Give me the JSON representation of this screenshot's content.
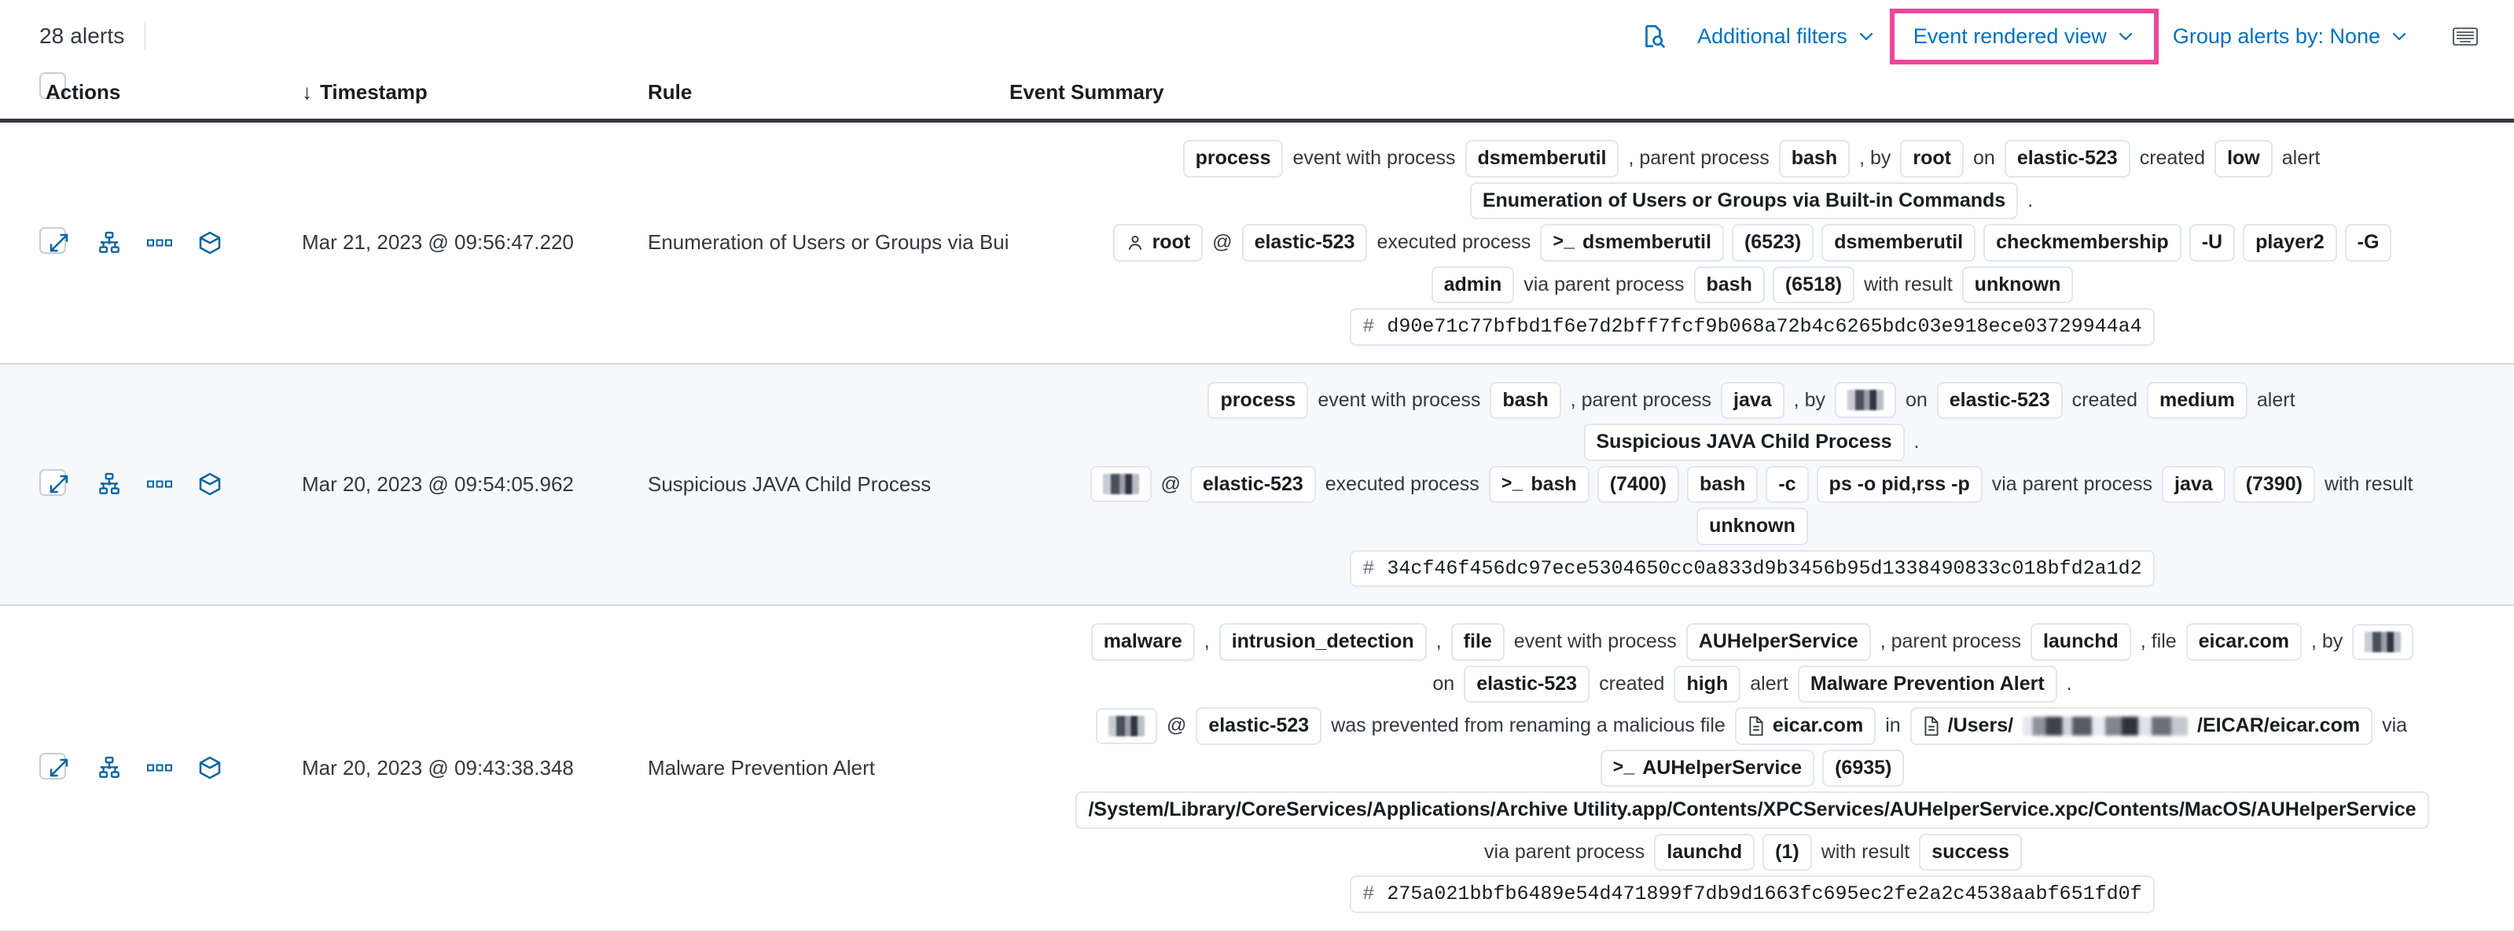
{
  "toolbar": {
    "alerts_count": "28 alerts",
    "inspect_icon": "inspect-search-icon",
    "additional_filters": "Additional filters",
    "event_rendered_view": "Event rendered view",
    "group_alerts_by": "Group alerts by: None",
    "keyboard_icon": "keyboard-shortcuts-icon",
    "highlight_color": "#ec4899",
    "link_color": "#0071c2"
  },
  "table": {
    "columns": {
      "select_all": "",
      "actions": "Actions",
      "timestamp": "Timestamp",
      "timestamp_sort": "↓",
      "rule": "Rule",
      "event_summary": "Event Summary"
    },
    "row_actions": [
      "expand-icon",
      "analyze-event-icon",
      "more-actions-icon",
      "session-view-icon"
    ],
    "rows": [
      {
        "timestamp": "Mar 21, 2023 @ 09:56:47.220",
        "rule": "Enumeration of Users or Groups via Bui",
        "summary_lines": [
          {
            "align": "center",
            "tokens": [
              {
                "t": "pill",
                "v": "process"
              },
              {
                "t": "text",
                "v": "event with process"
              },
              {
                "t": "pill",
                "v": "dsmemberutil"
              },
              {
                "t": "text",
                "v": ", parent process"
              },
              {
                "t": "pill",
                "v": "bash"
              },
              {
                "t": "text",
                "v": ", by"
              },
              {
                "t": "pill",
                "v": "root"
              },
              {
                "t": "text",
                "v": "on"
              },
              {
                "t": "pill",
                "v": "elastic-523"
              },
              {
                "t": "text",
                "v": "created"
              },
              {
                "t": "pill",
                "v": "low"
              },
              {
                "t": "text",
                "v": "alert"
              }
            ]
          },
          {
            "align": "center",
            "tokens": [
              {
                "t": "pill",
                "v": "Enumeration of Users or Groups via Built-in Commands"
              },
              {
                "t": "text",
                "v": "."
              }
            ]
          },
          {
            "align": "center",
            "tokens": [
              {
                "t": "pill-user",
                "v": "root"
              },
              {
                "t": "text",
                "v": "@"
              },
              {
                "t": "pill",
                "v": "elastic-523"
              },
              {
                "t": "text",
                "v": "executed process"
              },
              {
                "t": "pill-proc",
                "v": "dsmemberutil"
              },
              {
                "t": "pill",
                "v": "(6523)"
              },
              {
                "t": "pill",
                "v": "dsmemberutil"
              },
              {
                "t": "pill",
                "v": "checkmembership"
              },
              {
                "t": "pill",
                "v": "-U"
              },
              {
                "t": "pill",
                "v": "player2"
              },
              {
                "t": "pill",
                "v": "-G"
              }
            ]
          },
          {
            "align": "center",
            "tokens": [
              {
                "t": "pill",
                "v": "admin"
              },
              {
                "t": "text",
                "v": "via parent process"
              },
              {
                "t": "pill",
                "v": "bash"
              },
              {
                "t": "pill",
                "v": "(6518)"
              },
              {
                "t": "text",
                "v": "with result"
              },
              {
                "t": "pill",
                "v": "unknown"
              }
            ]
          },
          {
            "align": "center",
            "tokens": [
              {
                "t": "pill-hash",
                "v": "d90e71c77bfbd1f6e7d2bff7fcf9b068a72b4c6265bdc03e918ece03729944a4"
              }
            ]
          }
        ]
      },
      {
        "timestamp": "Mar 20, 2023 @ 09:54:05.962",
        "rule": "Suspicious JAVA Child Process",
        "summary_lines": [
          {
            "align": "center",
            "tokens": [
              {
                "t": "pill",
                "v": "process"
              },
              {
                "t": "text",
                "v": "event with process"
              },
              {
                "t": "pill",
                "v": "bash"
              },
              {
                "t": "text",
                "v": ", parent process"
              },
              {
                "t": "pill",
                "v": "java"
              },
              {
                "t": "text",
                "v": ", by"
              },
              {
                "t": "pill-redacted",
                "v": ""
              },
              {
                "t": "text",
                "v": "on"
              },
              {
                "t": "pill",
                "v": "elastic-523"
              },
              {
                "t": "text",
                "v": "created"
              },
              {
                "t": "pill",
                "v": "medium"
              },
              {
                "t": "text",
                "v": "alert"
              }
            ]
          },
          {
            "align": "center",
            "tokens": [
              {
                "t": "pill",
                "v": "Suspicious JAVA Child Process"
              },
              {
                "t": "text",
                "v": "."
              }
            ]
          },
          {
            "align": "center",
            "tokens": [
              {
                "t": "pill-redacted",
                "v": ""
              },
              {
                "t": "text",
                "v": "@"
              },
              {
                "t": "pill",
                "v": "elastic-523"
              },
              {
                "t": "text",
                "v": "executed process"
              },
              {
                "t": "pill-proc",
                "v": "bash"
              },
              {
                "t": "pill",
                "v": "(7400)"
              },
              {
                "t": "pill",
                "v": "bash"
              },
              {
                "t": "pill",
                "v": "-c"
              },
              {
                "t": "pill",
                "v": "ps -o pid,rss -p"
              },
              {
                "t": "text",
                "v": "via parent process"
              },
              {
                "t": "pill",
                "v": "java"
              },
              {
                "t": "pill",
                "v": "(7390)"
              },
              {
                "t": "text",
                "v": "with result"
              }
            ]
          },
          {
            "align": "center",
            "tokens": [
              {
                "t": "pill",
                "v": "unknown"
              }
            ]
          },
          {
            "align": "center",
            "tokens": [
              {
                "t": "pill-hash",
                "v": "34cf46f456dc97ece5304650cc0a833d9b3456b95d1338490833c018bfd2a1d2"
              }
            ]
          }
        ]
      },
      {
        "timestamp": "Mar 20, 2023 @ 09:43:38.348",
        "rule": "Malware Prevention Alert",
        "summary_lines": [
          {
            "align": "center",
            "tokens": [
              {
                "t": "pill",
                "v": "malware"
              },
              {
                "t": "text",
                "v": ","
              },
              {
                "t": "pill",
                "v": "intrusion_detection"
              },
              {
                "t": "text",
                "v": ","
              },
              {
                "t": "pill",
                "v": "file"
              },
              {
                "t": "text",
                "v": "event with process"
              },
              {
                "t": "pill",
                "v": "AUHelperService"
              },
              {
                "t": "text",
                "v": ", parent process"
              },
              {
                "t": "pill",
                "v": "launchd"
              },
              {
                "t": "text",
                "v": ", file"
              },
              {
                "t": "pill",
                "v": "eicar.com"
              },
              {
                "t": "text",
                "v": ", by"
              },
              {
                "t": "pill-redacted",
                "v": ""
              }
            ]
          },
          {
            "align": "center",
            "tokens": [
              {
                "t": "text",
                "v": "on"
              },
              {
                "t": "pill",
                "v": "elastic-523"
              },
              {
                "t": "text",
                "v": "created"
              },
              {
                "t": "pill",
                "v": "high"
              },
              {
                "t": "text",
                "v": "alert"
              },
              {
                "t": "pill",
                "v": "Malware Prevention Alert"
              },
              {
                "t": "text",
                "v": "."
              }
            ]
          },
          {
            "align": "center",
            "tokens": [
              {
                "t": "pill-redacted",
                "v": ""
              },
              {
                "t": "text",
                "v": "@"
              },
              {
                "t": "pill",
                "v": "elastic-523"
              },
              {
                "t": "text",
                "v": "was prevented from renaming a malicious file"
              },
              {
                "t": "pill-file",
                "v": "eicar.com"
              },
              {
                "t": "text",
                "v": "in"
              },
              {
                "t": "pill-file-redacted-path",
                "v": "/Users/"
              },
              {
                "t": "text",
                "v": "via"
              }
            ]
          },
          {
            "align": "center",
            "tokens": [
              {
                "t": "pill-proc",
                "v": "AUHelperService"
              },
              {
                "t": "pill",
                "v": "(6935)"
              }
            ]
          },
          {
            "align": "center",
            "tokens": [
              {
                "t": "pill",
                "v": "/System/Library/CoreServices/Applications/Archive Utility.app/Contents/XPCServices/AUHelperService.xpc/Contents/MacOS/AUHelperService"
              }
            ]
          },
          {
            "align": "center",
            "tokens": [
              {
                "t": "text",
                "v": "via parent process"
              },
              {
                "t": "pill",
                "v": "launchd"
              },
              {
                "t": "pill",
                "v": "(1)"
              },
              {
                "t": "text",
                "v": "with result"
              },
              {
                "t": "pill",
                "v": "success"
              }
            ]
          },
          {
            "align": "center",
            "tokens": [
              {
                "t": "pill-hash",
                "v": "275a021bbfb6489e54d471899f7db9d1663fc695ec2fe2a2c4538aabf651fd0f"
              }
            ]
          }
        ]
      }
    ]
  },
  "redacted_path_suffix": "/EICAR/eicar.com"
}
